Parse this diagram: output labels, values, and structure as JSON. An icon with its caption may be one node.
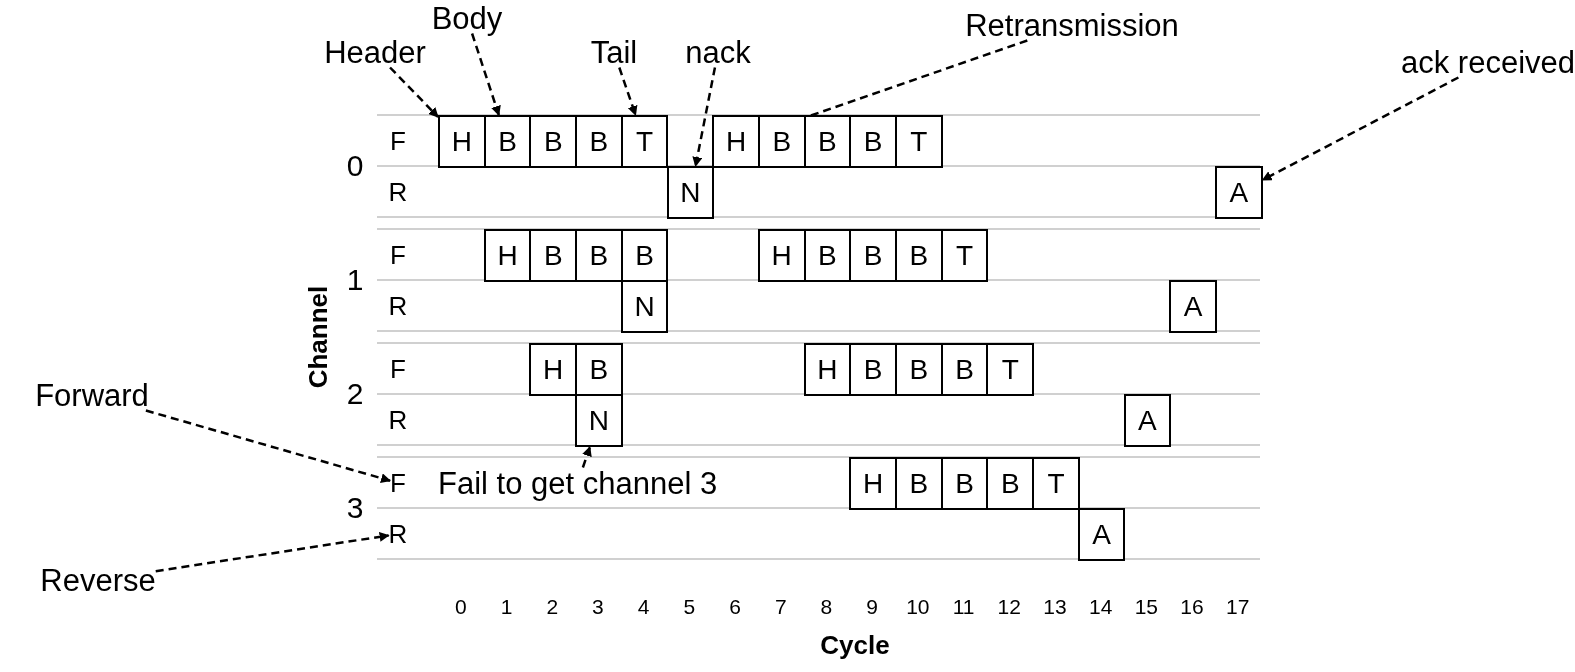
{
  "diagram": {
    "nodes": [
      {
        "text": [
          "Header"
        ]
      },
      {
        "text": [
          "Body"
        ]
      },
      {
        "text": [
          "Tail"
        ]
      },
      {
        "text": [
          "nack"
        ]
      },
      {
        "text": [
          "Retransmission"
        ]
      },
      {
        "text": [
          "ack received"
        ]
      },
      {
        "text": [
          "H"
        ]
      },
      {
        "text": [
          "B"
        ]
      },
      {
        "text": [
          "B"
        ]
      },
      {
        "text": [
          "B"
        ]
      },
      {
        "text": [
          "T"
        ]
      },
      {
        "text": [
          "H"
        ]
      },
      {
        "text": [
          "B"
        ]
      },
      {
        "text": [
          "B"
        ]
      },
      {
        "text": [
          "B"
        ]
      },
      {
        "text": [
          "T"
        ]
      },
      {
        "text": [
          "N"
        ]
      },
      {
        "text": [
          "A"
        ]
      },
      {
        "text": [
          "H"
        ]
      },
      {
        "text": [
          "B"
        ]
      },
      {
        "text": [
          "B"
        ]
      },
      {
        "text": [
          "B"
        ]
      },
      {
        "text": [
          "H"
        ]
      },
      {
        "text": [
          "B"
        ]
      },
      {
        "text": [
          "B"
        ]
      },
      {
        "text": [
          "B"
        ]
      },
      {
        "text": [
          "T"
        ]
      },
      {
        "text": [
          "N"
        ]
      },
      {
        "text": [
          "A"
        ]
      },
      {
        "text": [
          "H"
        ]
      },
      {
        "text": [
          "B"
        ]
      },
      {
        "text": [
          "H"
        ]
      },
      {
        "text": [
          "B"
        ]
      },
      {
        "text": [
          "B"
        ]
      },
      {
        "text": [
          "B"
        ]
      },
      {
        "text": [
          "T"
        ]
      },
      {
        "text": [
          "N"
        ]
      },
      {
        "text": [
          "A"
        ]
      },
      {
        "text": [
          "Forward"
        ]
      },
      {
        "text": [
          "F"
        ]
      },
      {
        "text": [
          "Fail to get channel 3"
        ]
      },
      {
        "text": [
          "H"
        ]
      },
      {
        "text": [
          "B"
        ]
      },
      {
        "text": [
          "B"
        ]
      },
      {
        "text": [
          "B"
        ]
      },
      {
        "text": [
          "T"
        ]
      },
      {
        "text": [
          "R"
        ]
      },
      {
        "text": [
          "A"
        ]
      },
      {
        "text": [
          "Reverse"
        ]
      }
    ],
    "edges": [
      {
        "from": 0,
        "to": 6,
        "arrow": "to",
        "style": "dashed"
      },
      {
        "from": 1,
        "to": 7,
        "arrow": "to",
        "style": "dashed"
      },
      {
        "from": 2,
        "to": 10,
        "arrow": "to",
        "style": "dashed"
      },
      {
        "from": 3,
        "to": 16,
        "arrow": "to",
        "style": "dashed"
      },
      {
        "from": 4,
        "to": 11,
        "arrow": "to",
        "style": "dashed"
      },
      {
        "from": 5,
        "to": 17,
        "arrow": "to",
        "style": "dashed"
      },
      {
        "from": 38,
        "to": 39,
        "arrow": "to",
        "style": "dashed"
      },
      {
        "from": 40,
        "to": 36,
        "arrow": "to",
        "style": "dashed"
      },
      {
        "from": 48,
        "to": 46,
        "arrow": "to",
        "style": "dashed"
      }
    ],
    "labels": [
      "F",
      "0",
      "R",
      "F",
      "1",
      "R",
      "F",
      "2",
      "R",
      "3",
      "Channel",
      "0",
      "1",
      "2",
      "3",
      "4",
      "5",
      "6",
      "7",
      "8",
      "9",
      "10",
      "11",
      "12",
      "13",
      "14",
      "15",
      "16",
      "17",
      "Cycle"
    ]
  }
}
